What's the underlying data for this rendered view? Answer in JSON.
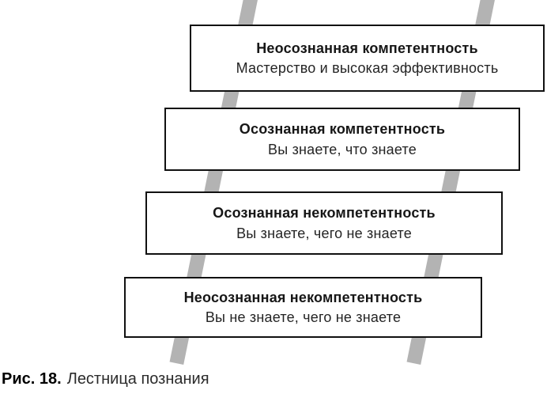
{
  "theme": {
    "rail_color": "#b3b3b3",
    "border_color": "#111111",
    "text_color": "#161616",
    "background": "#ffffff"
  },
  "diagram": {
    "steps": [
      {
        "title": "Неосознанная компетентность",
        "subtitle": "Мастерство и высокая эффективность"
      },
      {
        "title": "Осознанная компетентность",
        "subtitle": "Вы знаете, что знаете"
      },
      {
        "title": "Осознанная некомпетентность",
        "subtitle": "Вы знаете, чего не знаете"
      },
      {
        "title": "Неосознанная некомпетентность",
        "subtitle": "Вы не знаете, чего не знаете"
      }
    ]
  },
  "caption": {
    "label": "Рис. 18.",
    "text": "Лестница познания"
  }
}
